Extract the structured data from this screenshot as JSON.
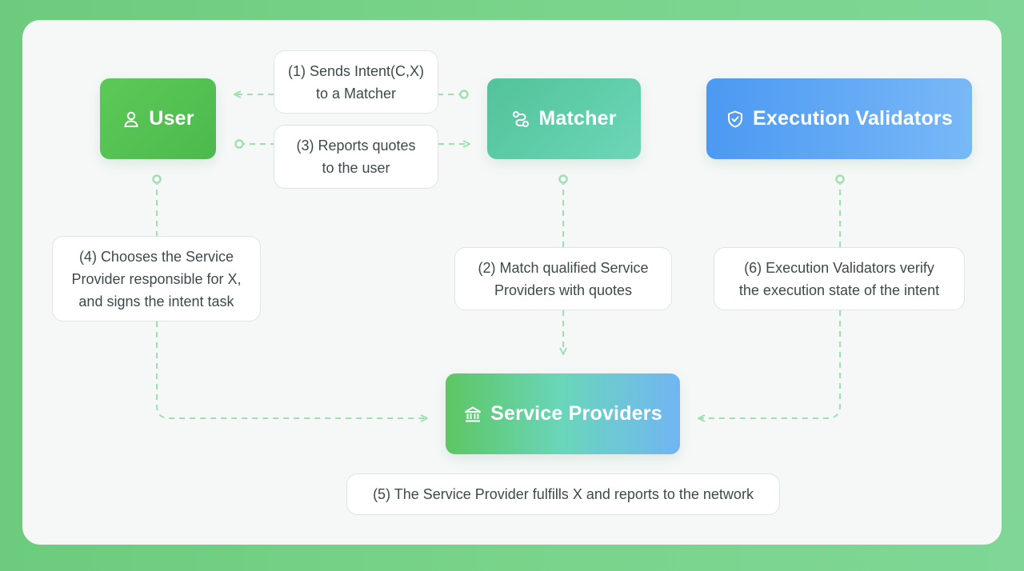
{
  "nodes": {
    "user": {
      "label": "User",
      "icon": "user-icon"
    },
    "matcher": {
      "label": "Matcher",
      "icon": "route-icon"
    },
    "validators": {
      "label": "Execution Validators",
      "icon": "shield-check-icon"
    },
    "providers": {
      "label": "Service Providers",
      "icon": "bank-icon"
    }
  },
  "steps": {
    "step1": {
      "line1": "(1) Sends Intent(C,X)",
      "line2": "to a Matcher"
    },
    "step2": {
      "line1": "(2) Match qualified Service",
      "line2": "Providers with quotes"
    },
    "step3": {
      "line1": "(3) Reports quotes",
      "line2": "to the user"
    },
    "step4": {
      "line1": "(4) Chooses the Service",
      "line2": "Provider responsible for X,",
      "line3": "and signs the intent task"
    },
    "step5": {
      "line1": "(5) The Service Provider fulfills X and reports to the network"
    },
    "step6": {
      "line1": "(6) Execution Validators verify",
      "line2": "the execution state of the intent"
    }
  },
  "colors": {
    "background": "#79d48a",
    "connector": "#9fe0b0",
    "user": "#52c153",
    "matcher": "#5fcda8",
    "validators": "#5ea8f5",
    "text": "#3d4a4a"
  }
}
